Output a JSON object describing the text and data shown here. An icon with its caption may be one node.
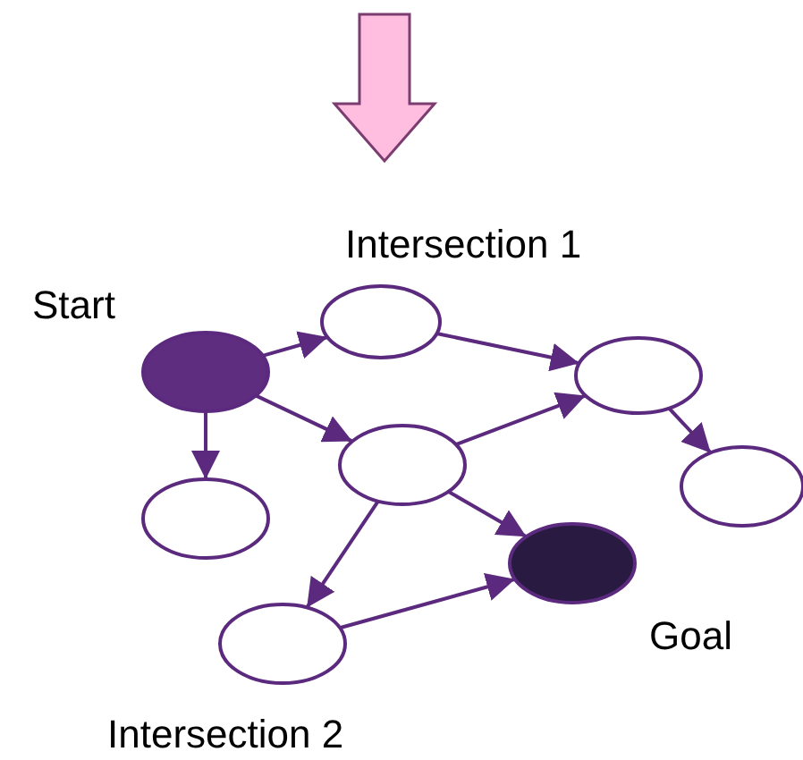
{
  "diagram": {
    "nodes": [
      {
        "text": [],
        "shape": "ellipse",
        "beside": [
          "Intersection 1"
        ]
      },
      {
        "text": [],
        "shape": "ellipse",
        "beside": [
          "Start"
        ]
      },
      {
        "text": [],
        "shape": "ellipse"
      },
      {
        "text": [],
        "shape": "ellipse"
      },
      {
        "text": [],
        "shape": "ellipse"
      },
      {
        "text": [],
        "shape": "ellipse"
      },
      {
        "text": [],
        "shape": "ellipse",
        "beside": [
          "Goal"
        ]
      },
      {
        "text": [],
        "shape": "ellipse",
        "beside": [
          "Intersection 2"
        ]
      }
    ],
    "edges": [
      {
        "from": 1,
        "to": 0,
        "arrow": "to"
      },
      {
        "from": 0,
        "to": 2,
        "arrow": "to"
      },
      {
        "from": 1,
        "to": 3,
        "arrow": "to"
      },
      {
        "from": 1,
        "to": 5,
        "arrow": "to"
      },
      {
        "from": 3,
        "to": 2,
        "arrow": "to"
      },
      {
        "from": 2,
        "to": 4,
        "arrow": "to"
      },
      {
        "from": 3,
        "to": 6,
        "arrow": "to"
      },
      {
        "from": 3,
        "to": 7,
        "arrow": "to"
      },
      {
        "from": 7,
        "to": 6,
        "arrow": "to"
      }
    ]
  }
}
